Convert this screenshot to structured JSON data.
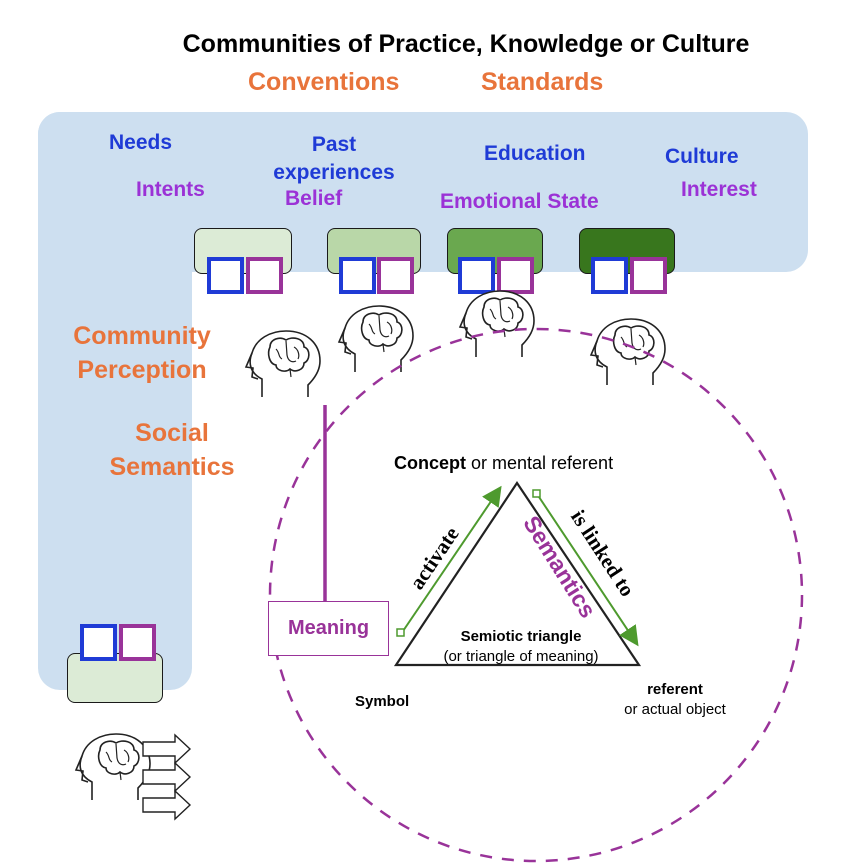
{
  "title": "Communities of Practice, Knowledge or Culture",
  "top_labels": {
    "conventions": "Conventions",
    "standards": "Standards"
  },
  "influences": {
    "needs": "Needs",
    "intents": "Intents",
    "past_experiences": "Past experiences",
    "belief": "Belief",
    "education": "Education",
    "emotional_state": "Emotional State",
    "culture": "Culture",
    "interest": "Interest"
  },
  "side_labels": {
    "community_perception": "Community Perception",
    "social_semantics": "Social Semantics"
  },
  "triangle": {
    "concept_bold": "Concept",
    "concept_rest": " or mental referent",
    "activate": "activate",
    "is_linked_to": "is linked to",
    "semantics": "Semantics",
    "semiotic_title": "Semiotic triangle",
    "semiotic_sub": "(or triangle of meaning)",
    "symbol": "Symbol",
    "referent_bold": "referent",
    "referent_sub": "or actual object",
    "meaning": "Meaning"
  },
  "colors": {
    "panel": "#cddff0",
    "orange": "#e8743b",
    "blue": "#1f3bd6",
    "purple": "#9b32d6",
    "magenta": "#993399",
    "green_arrow": "#4e9a2e",
    "card_shades": [
      "#dcebd6",
      "#b9d7a8",
      "#6aa84f",
      "#38761d"
    ]
  },
  "icons": [
    "head-brain-icon",
    "arrow-right-icon"
  ]
}
